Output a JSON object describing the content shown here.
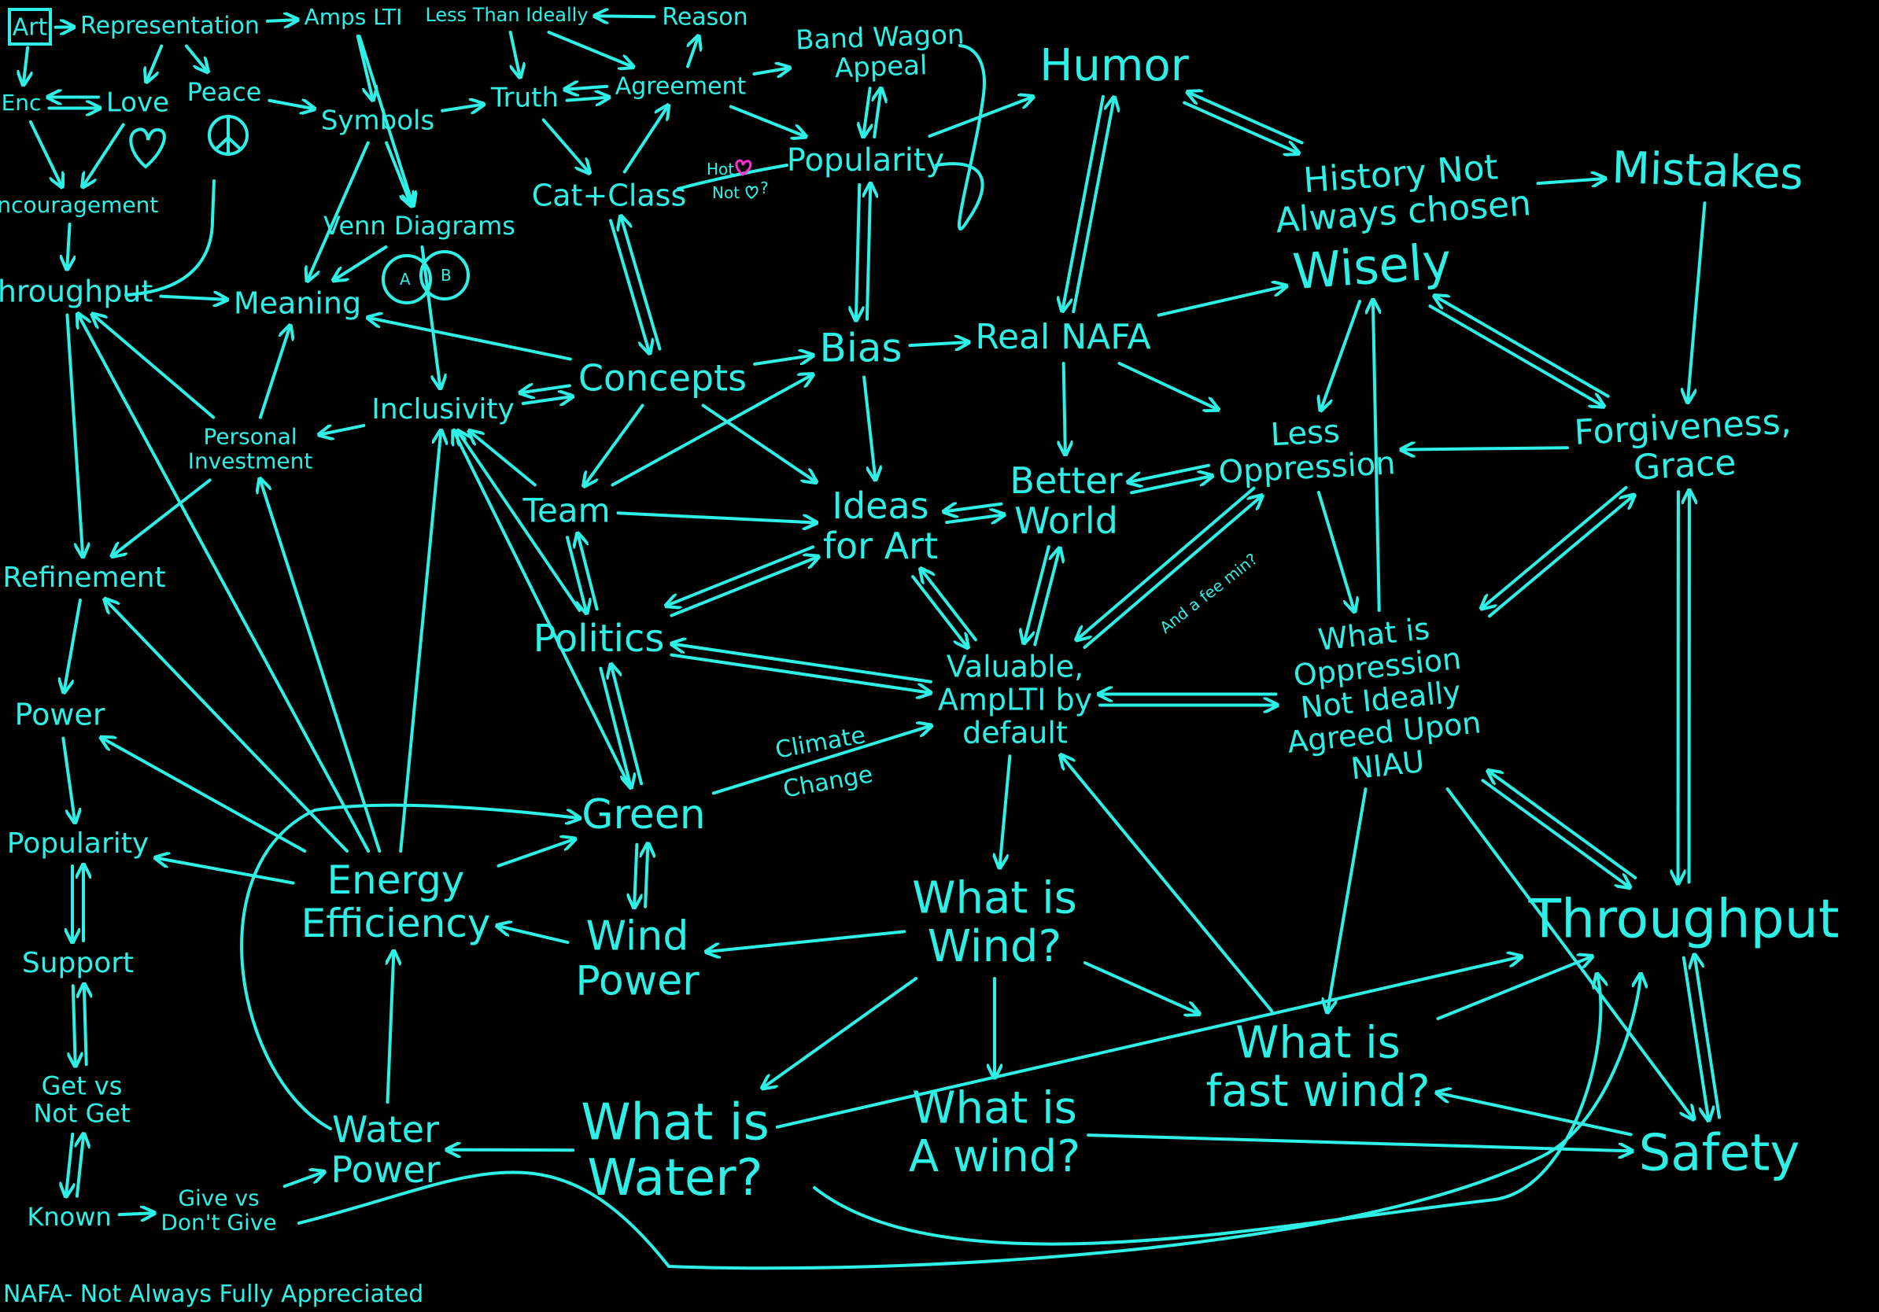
{
  "colors": {
    "ink": "#2ff0e6",
    "accent": "#ff2fd0",
    "background": "#000000"
  },
  "nodes": [
    {
      "id": "art",
      "lines": [
        "Art"
      ]
    },
    {
      "id": "representation",
      "lines": [
        "Representation"
      ]
    },
    {
      "id": "amps",
      "lines": [
        "Amps LTI"
      ]
    },
    {
      "id": "lti",
      "lines": [
        "Less Than Ideally"
      ]
    },
    {
      "id": "reason",
      "lines": [
        "Reason"
      ]
    },
    {
      "id": "enc",
      "lines": [
        "Enc"
      ]
    },
    {
      "id": "love",
      "lines": [
        "Love"
      ]
    },
    {
      "id": "peace",
      "lines": [
        "Peace"
      ]
    },
    {
      "id": "symbols",
      "lines": [
        "Symbols"
      ]
    },
    {
      "id": "truth",
      "lines": [
        "Truth"
      ]
    },
    {
      "id": "agreement",
      "lines": [
        "Agreement"
      ]
    },
    {
      "id": "bandwagon",
      "lines": [
        "Band Wagon",
        "Appeal"
      ]
    },
    {
      "id": "popularity_t",
      "lines": [
        "Popularity"
      ]
    },
    {
      "id": "humor",
      "lines": [
        "Humor"
      ]
    },
    {
      "id": "history",
      "lines": [
        "History Not",
        "Always chosen"
      ]
    },
    {
      "id": "wisely",
      "lines": [
        "Wisely"
      ]
    },
    {
      "id": "mistakes",
      "lines": [
        "Mistakes"
      ]
    },
    {
      "id": "encouragement",
      "lines": [
        "Encouragement"
      ]
    },
    {
      "id": "venn",
      "lines": [
        "Venn Diagrams"
      ]
    },
    {
      "id": "catclass",
      "lines": [
        "Cat+Class"
      ]
    },
    {
      "id": "throughput_l",
      "lines": [
        "Throughput"
      ]
    },
    {
      "id": "meaning",
      "lines": [
        "Meaning"
      ]
    },
    {
      "id": "concepts",
      "lines": [
        "Concepts"
      ]
    },
    {
      "id": "bias",
      "lines": [
        "Bias"
      ]
    },
    {
      "id": "realnafa",
      "lines": [
        "Real NAFA"
      ]
    },
    {
      "id": "lessopp",
      "lines": [
        "Less",
        "Oppression"
      ]
    },
    {
      "id": "forgiveness",
      "lines": [
        "Forgiveness,",
        "Grace"
      ]
    },
    {
      "id": "inclusivity",
      "lines": [
        "Inclusivity"
      ]
    },
    {
      "id": "personal",
      "lines": [
        "Personal",
        "Investment"
      ]
    },
    {
      "id": "team",
      "lines": [
        "Team"
      ]
    },
    {
      "id": "ideas",
      "lines": [
        "Ideas",
        "for Art"
      ]
    },
    {
      "id": "better",
      "lines": [
        "Better",
        "World"
      ]
    },
    {
      "id": "refinement",
      "lines": [
        "Refinement"
      ]
    },
    {
      "id": "politics",
      "lines": [
        "Politics"
      ]
    },
    {
      "id": "valuable",
      "lines": [
        "Valuable,",
        "AmpLTI by",
        "default"
      ]
    },
    {
      "id": "whatisopp",
      "lines": [
        "What is",
        "Oppression",
        "Not Ideally",
        "Agreed Upon",
        "NIAU"
      ]
    },
    {
      "id": "power",
      "lines": [
        "Power"
      ]
    },
    {
      "id": "green",
      "lines": [
        "Green"
      ]
    },
    {
      "id": "popularity_l",
      "lines": [
        "Popularity"
      ]
    },
    {
      "id": "energy",
      "lines": [
        "Energy",
        "Efficiency"
      ]
    },
    {
      "id": "windpower",
      "lines": [
        "Wind",
        "Power"
      ]
    },
    {
      "id": "whatiswind",
      "lines": [
        "What is",
        "Wind?"
      ]
    },
    {
      "id": "throughput_r",
      "lines": [
        "Throughput"
      ]
    },
    {
      "id": "support",
      "lines": [
        "Support"
      ]
    },
    {
      "id": "getvs",
      "lines": [
        "Get vs",
        "Not Get"
      ]
    },
    {
      "id": "fastwind",
      "lines": [
        "What is",
        "fast wind?"
      ]
    },
    {
      "id": "awind",
      "lines": [
        "What is",
        "A wind?"
      ]
    },
    {
      "id": "waterpower",
      "lines": [
        "Water",
        "Power"
      ]
    },
    {
      "id": "whatiswater",
      "lines": [
        "What is",
        "Water?"
      ]
    },
    {
      "id": "safety",
      "lines": [
        "Safety"
      ]
    },
    {
      "id": "known",
      "lines": [
        "Known"
      ]
    },
    {
      "id": "givevs",
      "lines": [
        "Give vs",
        "Don't Give"
      ]
    }
  ],
  "edge_labels": {
    "hot": "Hot",
    "not": "Not",
    "not_suffix": "?",
    "climate": "Climate",
    "change": "Change",
    "fee_min": "And a fee min?",
    "venn_a": "A",
    "venn_b": "B"
  },
  "footer": "NAFA- Not Always Fully Appreciated",
  "edges": [
    [
      "art",
      "representation",
      0
    ],
    [
      "representation",
      "amps",
      0
    ],
    [
      "amps",
      "lti",
      0
    ],
    [
      "reason",
      "lti",
      0
    ],
    [
      "art",
      "enc",
      0
    ],
    [
      "enc",
      "love",
      1
    ],
    [
      "representation",
      "love",
      0
    ],
    [
      "representation",
      "peace",
      0
    ],
    [
      "enc",
      "encouragement",
      0
    ],
    [
      "love",
      "encouragement",
      0
    ],
    [
      "encouragement",
      "throughput_l",
      0
    ],
    [
      "amps",
      "symbols",
      0
    ],
    [
      "amps",
      "venn",
      0
    ],
    [
      "lti",
      "truth",
      0
    ],
    [
      "lti",
      "agreement",
      0
    ],
    [
      "symbols",
      "truth",
      0
    ],
    [
      "truth",
      "agreement",
      1
    ],
    [
      "agreement",
      "reason",
      0
    ],
    [
      "peace",
      "symbols",
      0
    ],
    [
      "truth",
      "catclass",
      0
    ],
    [
      "catclass",
      "agreement",
      0
    ],
    [
      "agreement",
      "bandwagon",
      0
    ],
    [
      "agreement",
      "popularity_t",
      0
    ],
    [
      "bandwagon",
      "popularity_t",
      1
    ],
    [
      "popularity_t",
      "bias",
      1
    ],
    [
      "symbols",
      "venn",
      0
    ],
    [
      "symbols",
      "meaning",
      0
    ],
    [
      "venn",
      "meaning",
      0
    ],
    [
      "venn",
      "catclass",
      0
    ],
    [
      "venn",
      "inclusivity",
      0
    ],
    [
      "catclass",
      "concepts",
      1
    ],
    [
      "throughput_l",
      "meaning",
      0
    ],
    [
      "concepts",
      "meaning",
      0
    ],
    [
      "concepts",
      "bias",
      0
    ],
    [
      "concepts",
      "inclusivity",
      1
    ],
    [
      "concepts",
      "team",
      0
    ],
    [
      "concepts",
      "ideas",
      0
    ],
    [
      "inclusivity",
      "personal",
      0
    ],
    [
      "personal",
      "meaning",
      0
    ],
    [
      "personal",
      "throughput_l",
      0
    ],
    [
      "personal",
      "refinement",
      0
    ],
    [
      "bias",
      "realnafa",
      0
    ],
    [
      "bias",
      "ideas",
      0
    ],
    [
      "popularity_t",
      "humor",
      0
    ],
    [
      "humor",
      "history",
      1
    ],
    [
      "realnafa",
      "humor",
      1
    ],
    [
      "realnafa",
      "wisely",
      0
    ],
    [
      "realnafa",
      "lessopp",
      0
    ],
    [
      "realnafa",
      "better",
      0
    ],
    [
      "history",
      "mistakes",
      0
    ],
    [
      "mistakes",
      "forgiveness",
      0
    ],
    [
      "wisely",
      "lessopp",
      0
    ],
    [
      "wisely",
      "forgiveness",
      1
    ],
    [
      "forgiveness",
      "lessopp",
      0
    ],
    [
      "forgiveness",
      "throughput_r",
      1
    ],
    [
      "forgiveness",
      "whatisopp",
      1
    ],
    [
      "team",
      "bias",
      0
    ],
    [
      "team",
      "ideas",
      0
    ],
    [
      "team",
      "politics",
      1
    ],
    [
      "team",
      "inclusivity",
      0
    ],
    [
      "ideas",
      "better",
      1
    ],
    [
      "better",
      "lessopp",
      1
    ],
    [
      "ideas",
      "politics",
      1
    ],
    [
      "ideas",
      "valuable",
      1
    ],
    [
      "better",
      "valuable",
      1
    ],
    [
      "lessopp",
      "valuable",
      1
    ],
    [
      "lessopp",
      "whatisopp",
      0
    ],
    [
      "whatisopp",
      "wisely",
      0
    ],
    [
      "valuable",
      "whatisopp",
      1
    ],
    [
      "politics",
      "valuable",
      1
    ],
    [
      "politics",
      "green",
      1
    ],
    [
      "politics",
      "inclusivity",
      0
    ],
    [
      "green",
      "inclusivity",
      0
    ],
    [
      "green",
      "valuable",
      0
    ],
    [
      "green",
      "windpower",
      1
    ],
    [
      "throughput_l",
      "refinement",
      0
    ],
    [
      "refinement",
      "power",
      0
    ],
    [
      "power",
      "popularity_l",
      0
    ],
    [
      "popularity_l",
      "support",
      1
    ],
    [
      "support",
      "getvs",
      1
    ],
    [
      "getvs",
      "known",
      1
    ],
    [
      "known",
      "givevs",
      0
    ],
    [
      "givevs",
      "waterpower",
      0
    ],
    [
      "energy",
      "power",
      0
    ],
    [
      "energy",
      "popularity_l",
      0
    ],
    [
      "energy",
      "refinement",
      0
    ],
    [
      "energy",
      "throughput_l",
      0
    ],
    [
      "energy",
      "personal",
      0
    ],
    [
      "energy",
      "inclusivity",
      0
    ],
    [
      "energy",
      "green",
      0
    ],
    [
      "windpower",
      "energy",
      0
    ],
    [
      "whatiswind",
      "windpower",
      0
    ],
    [
      "whatiswind",
      "whatiswater",
      0
    ],
    [
      "whatiswind",
      "awind",
      0
    ],
    [
      "whatiswind",
      "fastwind",
      0
    ],
    [
      "valuable",
      "whatiswind",
      0
    ],
    [
      "fastwind",
      "valuable",
      0
    ],
    [
      "whatiswater",
      "waterpower",
      0
    ],
    [
      "waterpower",
      "energy",
      0
    ],
    [
      "whatisopp",
      "fastwind",
      0
    ],
    [
      "whatisopp",
      "safety",
      0
    ],
    [
      "whatisopp",
      "throughput_r",
      1
    ],
    [
      "fastwind",
      "throughput_r",
      0
    ],
    [
      "throughput_r",
      "safety",
      1
    ],
    [
      "safety",
      "fastwind",
      0
    ],
    [
      "awind",
      "safety",
      0
    ],
    [
      "whatiswater",
      "throughput_r",
      0
    ]
  ]
}
